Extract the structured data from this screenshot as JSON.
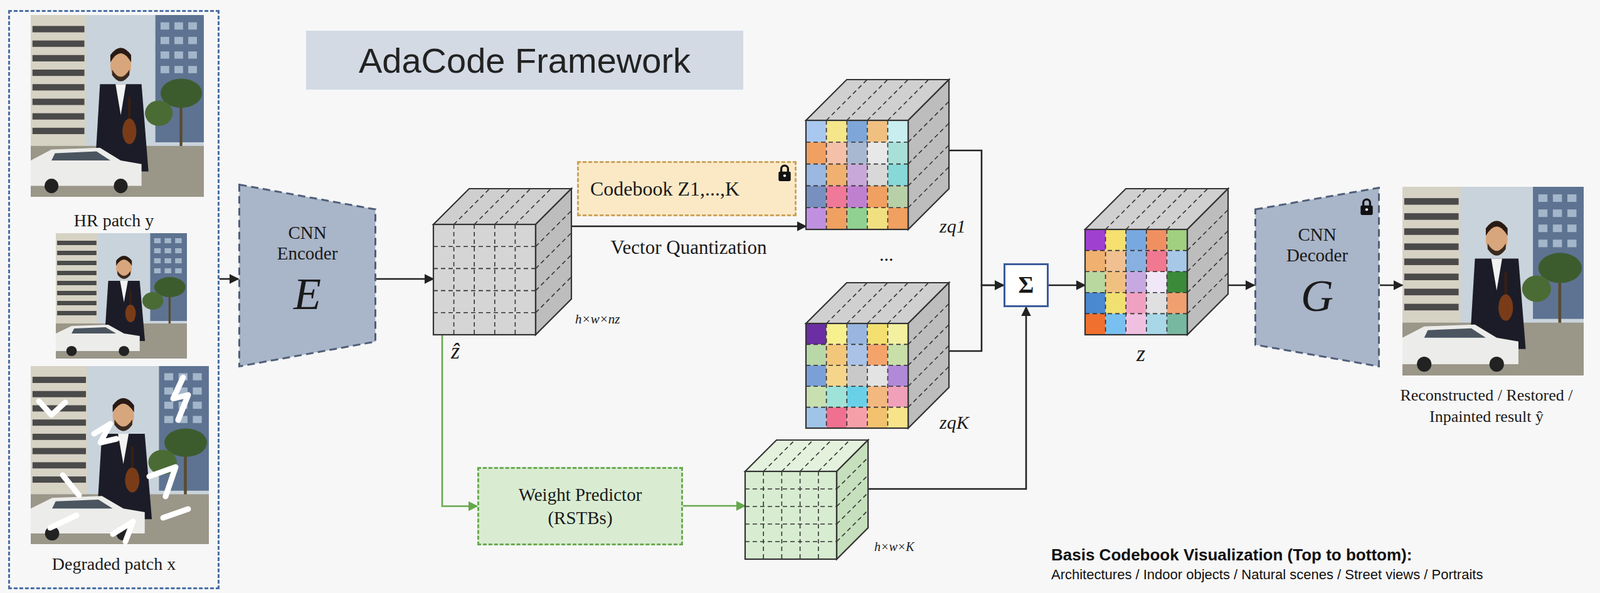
{
  "diagram": {
    "title": "AdaCode Framework",
    "nodes": [
      {
        "text": [
          "HR patch y",
          "Degraded patch x"
        ]
      },
      {
        "text": [
          "CNN Encoder",
          "E"
        ]
      },
      {
        "text": [
          "ẑ",
          "h×w×nz"
        ]
      },
      {
        "text": [
          "Codebook Z1,...,K"
        ]
      },
      {
        "text": [
          "zq1"
        ]
      },
      {
        "text": [
          "zqK"
        ]
      },
      {
        "text": [
          "Σ"
        ]
      },
      {
        "text": [
          "z"
        ]
      },
      {
        "text": [
          "CNN Decoder",
          "G"
        ]
      },
      {
        "text": [
          "Reconstructed / Restored / Inpainted result ŷ"
        ]
      },
      {
        "text": [
          "Weight Predictor (RSTBs)"
        ]
      },
      {
        "text": [
          "h×w×K"
        ]
      }
    ],
    "edges": [
      {
        "from": 0,
        "to": 1,
        "arrow": "to"
      },
      {
        "from": 1,
        "to": 2,
        "arrow": "to"
      },
      {
        "from": 2,
        "to": 4,
        "label": "Vector Quantization",
        "arrow": "to"
      },
      {
        "from": 4,
        "to": 6,
        "arrow": "to"
      },
      {
        "from": 5,
        "to": 6,
        "arrow": "to"
      },
      {
        "from": 2,
        "to": 10,
        "arrow": "to"
      },
      {
        "from": 10,
        "to": 11,
        "arrow": "to"
      },
      {
        "from": 11,
        "to": 6,
        "arrow": "to"
      },
      {
        "from": 6,
        "to": 7,
        "arrow": "to"
      },
      {
        "from": 7,
        "to": 8,
        "arrow": "to"
      },
      {
        "from": 8,
        "to": 9,
        "arrow": "to"
      }
    ],
    "labels": [
      "...",
      "Basis Codebook Visualization (Top to bottom):",
      "Architectures / Indoor objects / Natural scenes / Street views / Portraits"
    ]
  }
}
